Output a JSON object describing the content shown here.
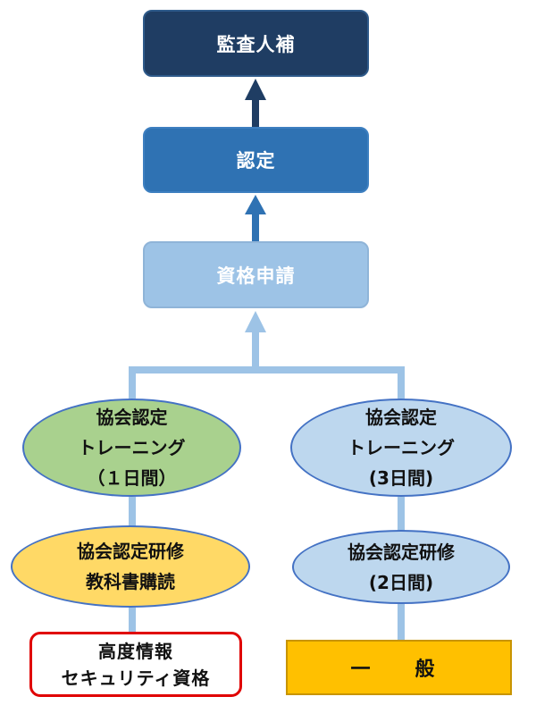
{
  "nodes": {
    "kansa": "監査人補",
    "nintei": "認定",
    "shikaku": "資格申請",
    "training_1day": [
      "協会認定",
      "トレーニング",
      "（１日間）"
    ],
    "training_3day": [
      "協会認定",
      "トレーニング",
      "(3日間)"
    ],
    "kenshu_textbook": [
      "協会認定研修",
      "教科書購読"
    ],
    "kenshu_2day": [
      "協会認定研修",
      "(2日間)"
    ],
    "koudo_security": [
      "高度情報",
      "セキュリティ資格"
    ],
    "ippan": "一　般"
  },
  "colors": {
    "dark_navy": "#1f3d63",
    "mid_blue": "#2f72b3",
    "light_blue": "#9dc3e6",
    "green": "#a9d18e",
    "yellow": "#ffd966",
    "pale_blue": "#bdd7ee",
    "orange": "#ffc000",
    "red_border": "#e00000"
  }
}
